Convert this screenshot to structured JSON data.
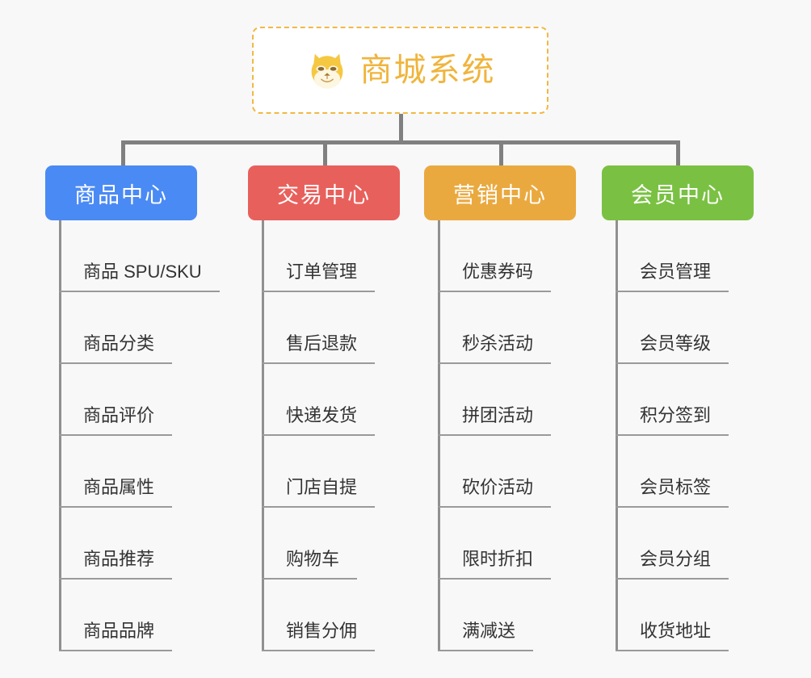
{
  "background_color": "#f8f8f8",
  "root": {
    "title": "商城系统",
    "icon": "shiba-dog-face-icon",
    "accent_color": "#f0b43c",
    "border_color": "#f0b945"
  },
  "branches": [
    {
      "title": "商品中心",
      "color": "#4a8af4",
      "items": [
        "商品 SPU/SKU",
        "商品分类",
        "商品评价",
        "商品属性",
        "商品推荐",
        "商品品牌"
      ]
    },
    {
      "title": "交易中心",
      "color": "#e8605c",
      "items": [
        "订单管理",
        "售后退款",
        "快递发货",
        "门店自提",
        "购物车",
        "销售分佣"
      ]
    },
    {
      "title": "营销中心",
      "color": "#eaa93f",
      "items": [
        "优惠券码",
        "秒杀活动",
        "拼团活动",
        "砍价活动",
        "限时折扣",
        "满减送"
      ]
    },
    {
      "title": "会员中心",
      "color": "#7ac143",
      "items": [
        "会员管理",
        "会员等级",
        "积分签到",
        "会员标签",
        "会员分组",
        "收货地址"
      ]
    }
  ]
}
